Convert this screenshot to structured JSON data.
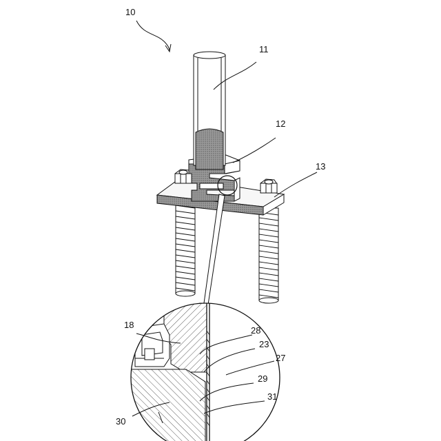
{
  "figure": {
    "reference_numerals": {
      "assembly": "10",
      "post": "11",
      "connector": "12",
      "base_plate": "13",
      "detail_18": "18",
      "detail_23": "23",
      "detail_27": "27",
      "detail_28": "28",
      "detail_29": "29",
      "detail_30": "30",
      "detail_31": "31"
    },
    "colors": {
      "line": "#111111",
      "section_fill": "#8a8a8a",
      "light_fill": "#f2f2f2",
      "background": "#ffffff"
    }
  }
}
